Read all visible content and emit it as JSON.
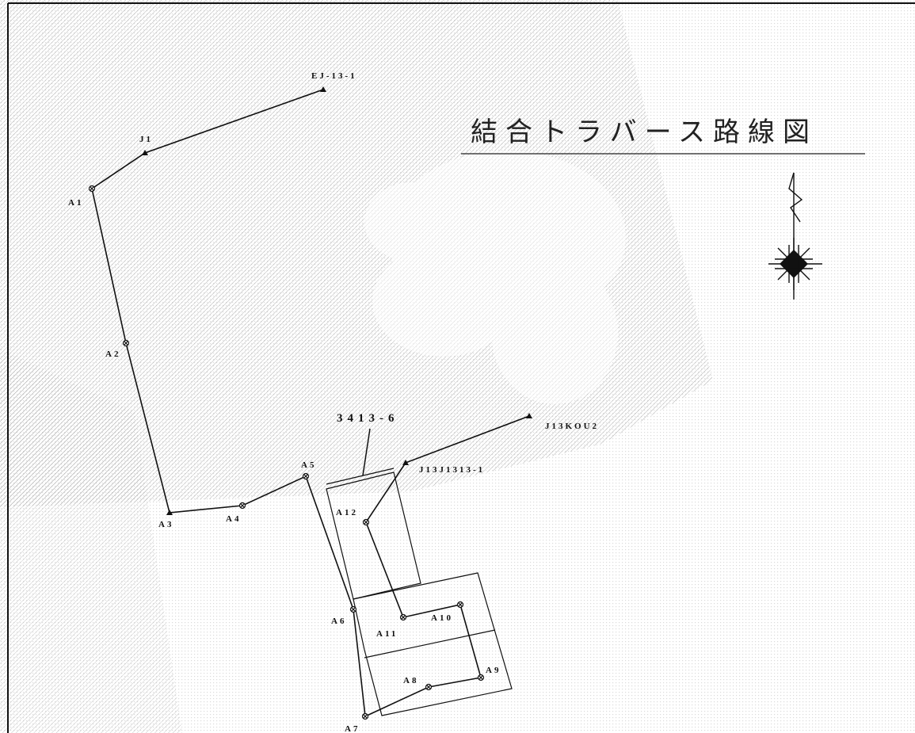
{
  "title": "結合トラバース路線図",
  "parcel_label": "3413-6",
  "points": {
    "EJ_13_1": "EJ-13-1",
    "J1": "J1",
    "A1": "A1",
    "A2": "A2",
    "A3": "A3",
    "A4": "A4",
    "A5": "A5",
    "A6": "A6",
    "A7": "A7",
    "A8": "A8",
    "A9": "A9",
    "A10": "A10",
    "A11": "A11",
    "A12": "A12",
    "J13J1313_1": "J13J1313-1",
    "J13KOU2": "J13KOU2"
  },
  "icons": {
    "north_arrow": "north-arrow-icon",
    "compass_rose": "compass-rose-icon",
    "benchmark": "triangle-benchmark-icon",
    "station": "circle-cross-station-icon"
  },
  "colors": {
    "line": "#111111",
    "background": "#ffffff",
    "hatch": "#9a9a9a"
  }
}
